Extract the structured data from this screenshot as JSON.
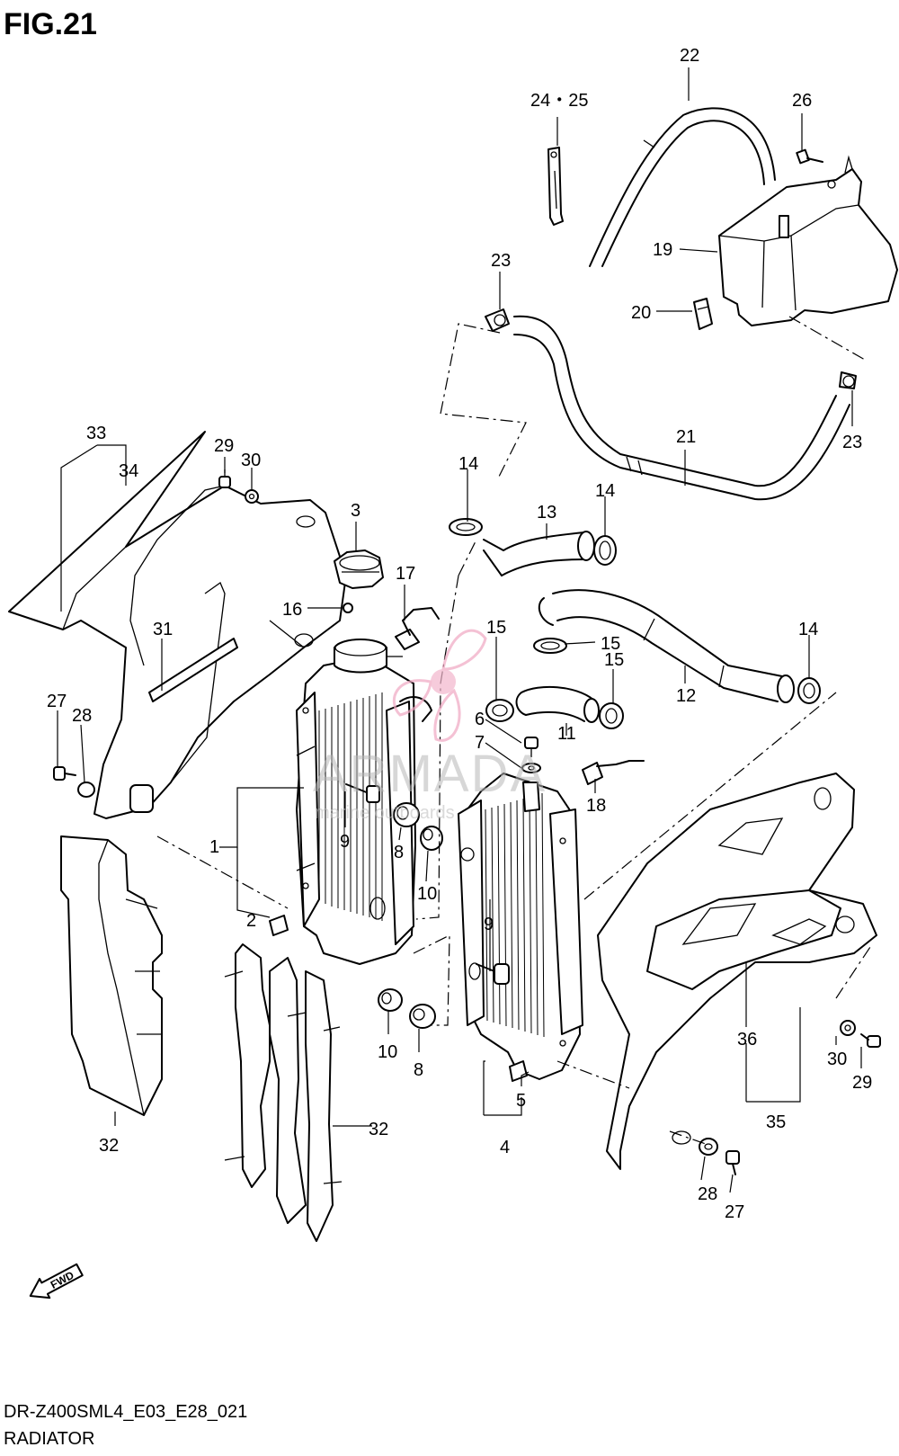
{
  "figure": {
    "title": "FIG.21"
  },
  "footer": {
    "model_code": "DR-Z400SML4_E03_E28_021",
    "section_name": "RADIATOR"
  },
  "watermark": {
    "brand": "ARMADA",
    "sub": "marine outboards"
  },
  "fwd_label": "FWD",
  "callouts": [
    {
      "id": "c22",
      "label": "22"
    },
    {
      "id": "c24",
      "label": "24・25"
    },
    {
      "id": "c26",
      "label": "26"
    },
    {
      "id": "c19",
      "label": "19"
    },
    {
      "id": "c20",
      "label": "20"
    },
    {
      "id": "c23a",
      "label": "23"
    },
    {
      "id": "c23b",
      "label": "23"
    },
    {
      "id": "c21",
      "label": "21"
    },
    {
      "id": "c33",
      "label": "33"
    },
    {
      "id": "c34",
      "label": "34"
    },
    {
      "id": "c29a",
      "label": "29"
    },
    {
      "id": "c30a",
      "label": "30"
    },
    {
      "id": "c3",
      "label": "3"
    },
    {
      "id": "c14a",
      "label": "14"
    },
    {
      "id": "c13",
      "label": "13"
    },
    {
      "id": "c14b",
      "label": "14"
    },
    {
      "id": "c17",
      "label": "17"
    },
    {
      "id": "c16",
      "label": "16"
    },
    {
      "id": "c15a",
      "label": "15"
    },
    {
      "id": "c15b",
      "label": "15"
    },
    {
      "id": "c14c",
      "label": "14"
    },
    {
      "id": "c31",
      "label": "31"
    },
    {
      "id": "c15c",
      "label": "15"
    },
    {
      "id": "c12",
      "label": "12"
    },
    {
      "id": "c6",
      "label": "6"
    },
    {
      "id": "c7",
      "label": "7"
    },
    {
      "id": "c11",
      "label": "11"
    },
    {
      "id": "c27a",
      "label": "27"
    },
    {
      "id": "c28a",
      "label": "28"
    },
    {
      "id": "c18",
      "label": "18"
    },
    {
      "id": "c1",
      "label": "1"
    },
    {
      "id": "c9a",
      "label": "9"
    },
    {
      "id": "c8a",
      "label": "8"
    },
    {
      "id": "c10a",
      "label": "10"
    },
    {
      "id": "c2",
      "label": "2"
    },
    {
      "id": "c9b",
      "label": "9"
    },
    {
      "id": "c10b",
      "label": "10"
    },
    {
      "id": "c8b",
      "label": "8"
    },
    {
      "id": "c36",
      "label": "36"
    },
    {
      "id": "c30b",
      "label": "30"
    },
    {
      "id": "c29b",
      "label": "29"
    },
    {
      "id": "c5",
      "label": "5"
    },
    {
      "id": "c35",
      "label": "35"
    },
    {
      "id": "c32a",
      "label": "32"
    },
    {
      "id": "c32b",
      "label": "32"
    },
    {
      "id": "c4",
      "label": "4"
    },
    {
      "id": "c28b",
      "label": "28"
    },
    {
      "id": "c27b",
      "label": "27"
    }
  ]
}
